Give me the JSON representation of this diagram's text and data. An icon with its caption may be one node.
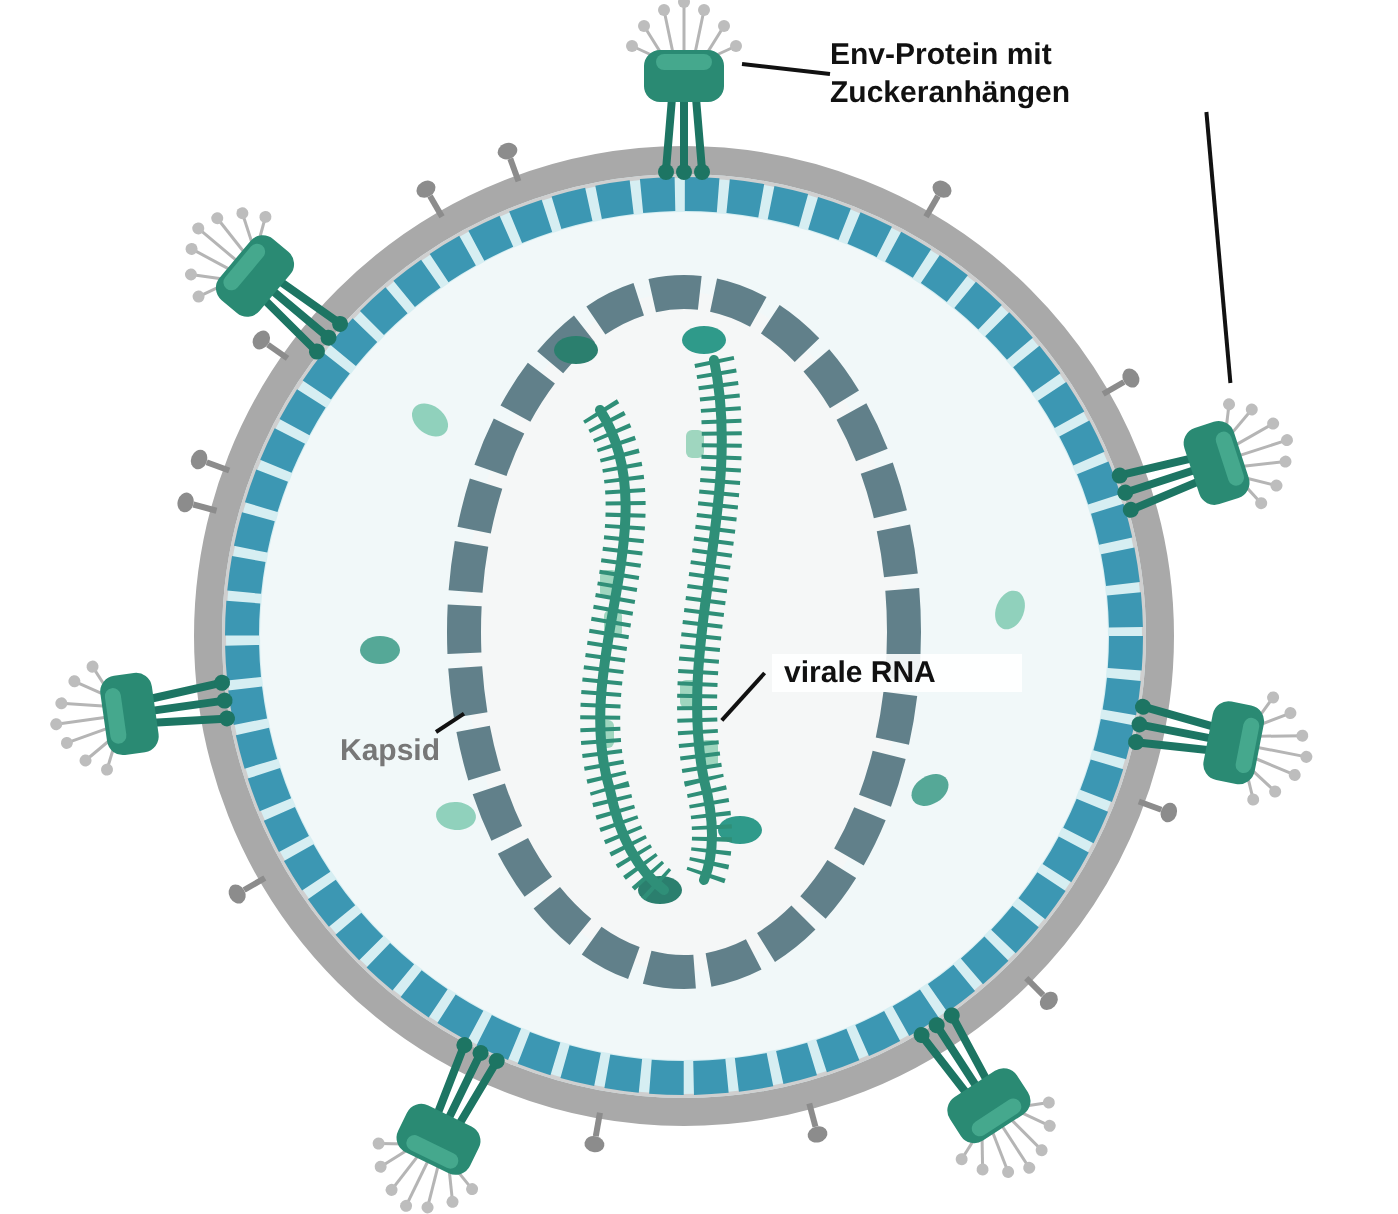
{
  "diagram": {
    "nodes": [
      {
        "text": [
          "Env-Protein mit Zuckeranhängen"
        ]
      },
      {
        "text": [],
        "shape": "picture"
      },
      {
        "text": [],
        "shape": "picture"
      },
      {
        "text": [
          "virale RNA"
        ]
      },
      {
        "text": [],
        "shape": "picture",
        "in": 6
      },
      {
        "text": [
          "Kapsid"
        ]
      },
      {
        "text": [],
        "shape": "picture"
      }
    ],
    "edges": [
      {
        "from": 0,
        "to": 1,
        "arrow": "none"
      },
      {
        "from": 0,
        "to": 2,
        "arrow": "none"
      },
      {
        "from": 3,
        "to": 4,
        "arrow": "none"
      },
      {
        "from": 5,
        "to": 6,
        "arrow": "none"
      }
    ]
  }
}
